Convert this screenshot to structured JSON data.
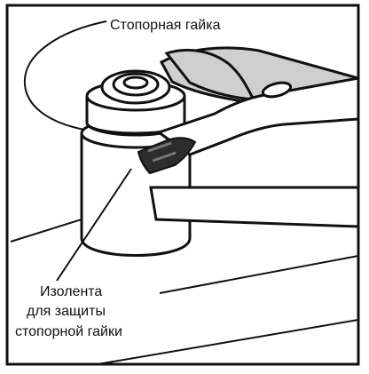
{
  "figure": {
    "callouts": {
      "top_label": "Стопорная гайка",
      "bottom_label_lines": [
        "Изолента",
        "для защиты",
        "стопорной гайки"
      ]
    },
    "colors": {
      "line": "#111111",
      "background": "#ffffff",
      "tool_fill": "#cfcfcf",
      "tape_fill": "#2d2d2d",
      "metal_fill": "#ffffff"
    }
  }
}
